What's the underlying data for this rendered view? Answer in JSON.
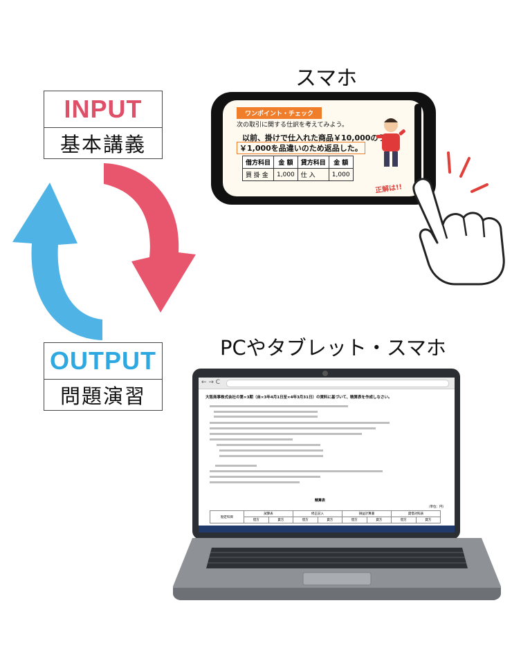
{
  "input": {
    "title": "INPUT",
    "subtitle": "基本講義",
    "color": "#e04f68"
  },
  "output": {
    "title": "OUTPUT",
    "subtitle": "問題演習",
    "color": "#2ea8e0"
  },
  "phone": {
    "caption": "スマホ",
    "screen": {
      "tag": "ワンポイント・チェック",
      "question": "次の取引に関する仕訳を考えてみよう。",
      "line1": "以前、掛けで仕入れた商品￥10,000のうち、",
      "line2": "￥1,000を品違いのため返品した。",
      "table": {
        "headers": [
          "借方科目",
          "金 額",
          "貸方科目",
          "金 額"
        ],
        "row": [
          "買 掛 金",
          "1,000",
          "仕 入",
          "1,000"
        ]
      },
      "answer": "正解は!!"
    }
  },
  "pc": {
    "caption": "PCやタブレット・スマホ",
    "screen": {
      "nav": "← → C",
      "title": "大阪商事株式会社の第×3期（自×3年4月1日至×4年3月31日）の資料に基づいて、精算表を作成しなさい。",
      "table_title": "精算表",
      "unit": "（単位：円）",
      "table_headers": [
        "勘定科目",
        "試算表",
        "修正記入",
        "損益計算書",
        "貸借対照表"
      ],
      "table_subheaders": [
        "借方",
        "貸方",
        "借方",
        "貸方",
        "借方",
        "貸方",
        "借方",
        "貸方"
      ]
    }
  }
}
